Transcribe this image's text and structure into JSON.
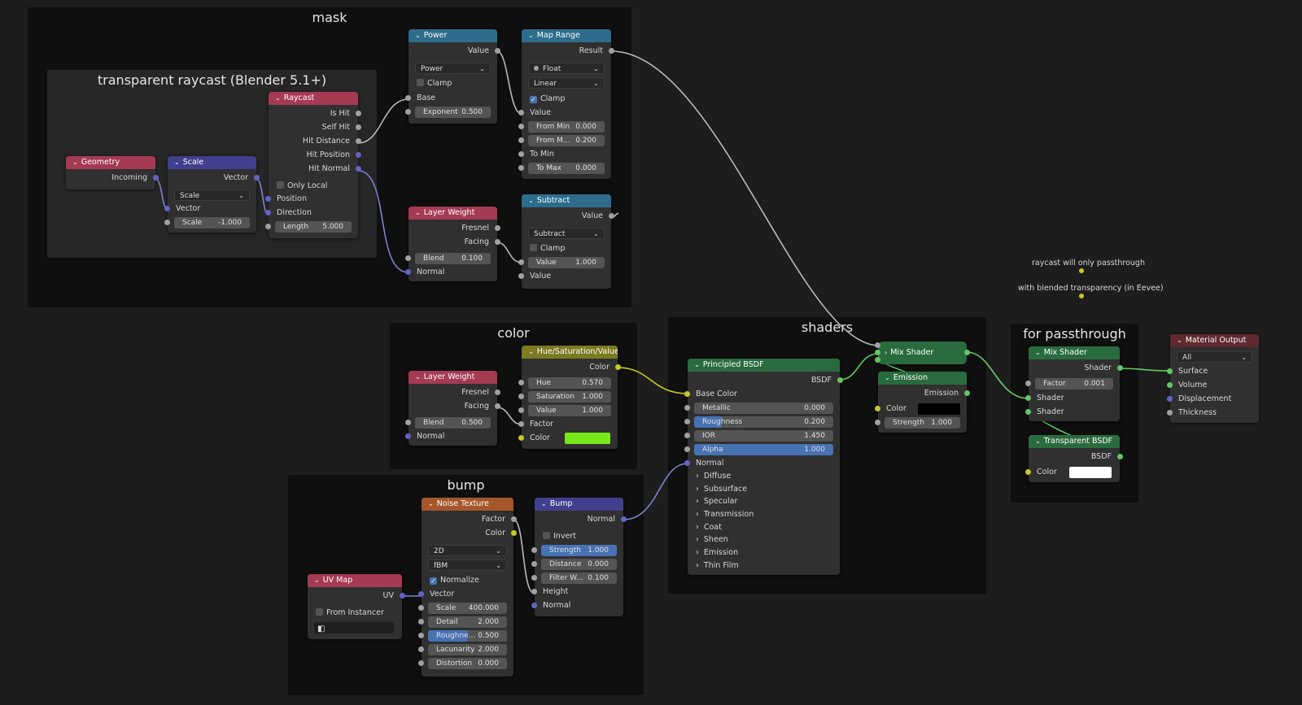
{
  "frames": {
    "mask": "mask",
    "raycast": "transparent raycast (Blender 5.1+)",
    "color": "color",
    "bump": "bump",
    "shaders": "shaders",
    "passthrough": "for passthrough"
  },
  "notes": [
    "raycast will only passthrough",
    "with blended transparency (in Eevee)"
  ],
  "nodes": {
    "geometry": {
      "title": "Geometry",
      "incoming": "Incoming"
    },
    "scale": {
      "title": "Scale",
      "vector_out": "Vector",
      "mode": "Scale",
      "vector_in": "Vector",
      "scale_label": "Scale",
      "scale_value": "-1.000"
    },
    "raycast": {
      "title": "Raycast",
      "is_hit": "Is Hit",
      "self_hit": "Self Hit",
      "hit_distance": "Hit Distance",
      "hit_position": "Hit Position",
      "hit_normal": "Hit Normal",
      "only_local": "Only Local",
      "position": "Position",
      "direction": "Direction",
      "length_label": "Length",
      "length_value": "5.000"
    },
    "power": {
      "title": "Power",
      "value_out": "Value",
      "mode": "Power",
      "clamp": "Clamp",
      "base": "Base",
      "exponent_label": "Exponent",
      "exponent_value": "0.500"
    },
    "map_range": {
      "title": "Map Range",
      "result": "Result",
      "type": "Float",
      "interp": "Linear",
      "clamp": "Clamp",
      "value": "Value",
      "from_min_label": "From Min",
      "from_min_value": "0.000",
      "from_max_label": "From M...",
      "from_max_value": "0.200",
      "to_min": "To Min",
      "to_max_label": "To Max",
      "to_max_value": "0.000"
    },
    "layer_weight_mask": {
      "title": "Layer Weight",
      "fresnel": "Fresnel",
      "facing": "Facing",
      "blend_label": "Blend",
      "blend_value": "0.100",
      "normal": "Normal"
    },
    "subtract": {
      "title": "Subtract",
      "value_out": "Value",
      "mode": "Subtract",
      "clamp": "Clamp",
      "value_label": "Value",
      "value_value": "1.000",
      "value_in": "Value"
    },
    "layer_weight_color": {
      "title": "Layer Weight",
      "fresnel": "Fresnel",
      "facing": "Facing",
      "blend_label": "Blend",
      "blend_value": "0.500",
      "normal": "Normal"
    },
    "hsv": {
      "title": "Hue/Saturation/Value",
      "color_out": "Color",
      "hue_label": "Hue",
      "hue_value": "0.570",
      "sat_label": "Saturation",
      "sat_value": "1.000",
      "val_label": "Value",
      "val_value": "1.000",
      "factor": "Factor",
      "color_in": "Color",
      "swatch": "#78e81a"
    },
    "principled": {
      "title": "Principled BSDF",
      "bsdf": "BSDF",
      "base_color": "Base Color",
      "metallic_label": "Metallic",
      "metallic_value": "0.000",
      "roughness_label": "Roughness",
      "roughness_value": "0.200",
      "ior_label": "IOR",
      "ior_value": "1.450",
      "alpha_label": "Alpha",
      "alpha_value": "1.000",
      "normal": "Normal",
      "panels": [
        "Diffuse",
        "Subsurface",
        "Specular",
        "Transmission",
        "Coat",
        "Sheen",
        "Emission",
        "Thin Film"
      ]
    },
    "mix_shader_a": {
      "title": "Mix Shader"
    },
    "emission": {
      "title": "Emission",
      "emission_out": "Emission",
      "color": "Color",
      "strength_label": "Strength",
      "strength_value": "1.000",
      "swatch": "#000000"
    },
    "mix_shader_b": {
      "title": "Mix Shader",
      "shader_out": "Shader",
      "factor_label": "Factor",
      "factor_value": "0.001",
      "shader1": "Shader",
      "shader2": "Shader"
    },
    "transparent": {
      "title": "Transparent BSDF",
      "bsdf": "BSDF",
      "color": "Color",
      "swatch": "#ffffff"
    },
    "material_output": {
      "title": "Material Output",
      "target": "All",
      "surface": "Surface",
      "volume": "Volume",
      "displacement": "Displacement",
      "thickness": "Thickness"
    },
    "noise": {
      "title": "Noise Texture",
      "factor": "Factor",
      "color": "Color",
      "dim": "2D",
      "type": "fBM",
      "normalize": "Normalize",
      "vector": "Vector",
      "scale_label": "Scale",
      "scale_value": "400.000",
      "detail_label": "Detail",
      "detail_value": "2.000",
      "rough_label": "Roughne...",
      "rough_value": "0.500",
      "lac_label": "Lacunarity",
      "lac_value": "2.000",
      "dist_label": "Distortion",
      "dist_value": "0.000"
    },
    "bump": {
      "title": "Bump",
      "normal_out": "Normal",
      "invert": "Invert",
      "strength_label": "Strength",
      "strength_value": "1.000",
      "distance_label": "Distance",
      "distance_value": "0.000",
      "filter_label": "Filter W...",
      "filter_value": "0.100",
      "height": "Height",
      "normal_in": "Normal"
    },
    "uv_map": {
      "title": "UV Map",
      "uv": "UV",
      "from_instancer": "From Instancer"
    }
  }
}
